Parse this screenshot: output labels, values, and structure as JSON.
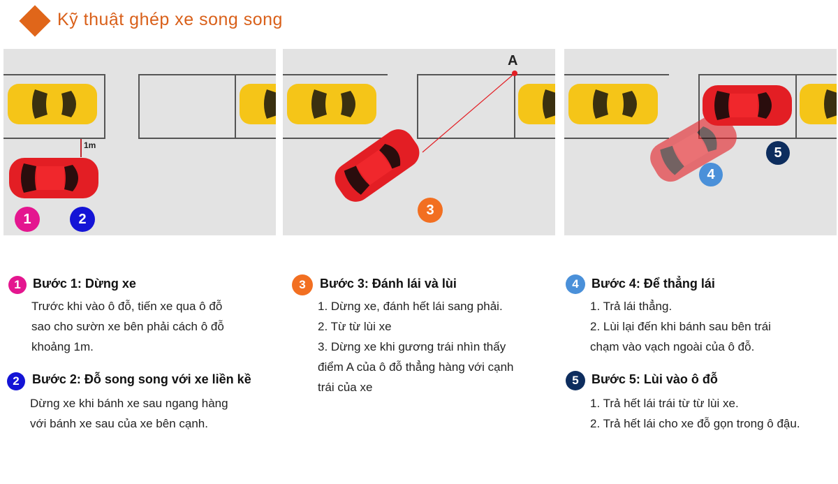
{
  "title": "Kỹ thuật ghép xe song song",
  "diagram": {
    "distance_label": "1m",
    "point_label": "A",
    "badges": [
      "1",
      "2",
      "3",
      "4",
      "5"
    ]
  },
  "colors": {
    "accent": "#e0661a",
    "step1": "#e4168f",
    "step2": "#1414d6",
    "step3": "#f26f21",
    "step4": "#4a90d9",
    "step5": "#0d2d5e",
    "red_car": "#e31e24",
    "yellow_car": "#f5c518"
  },
  "steps": [
    {
      "number": "1",
      "title": "Bước 1: Dừng xe",
      "lines": [
        "Trước khi vào ô đỗ, tiến xe qua ô đỗ",
        "sao cho sườn xe bên phải cách ô đỗ",
        "khoảng 1m."
      ]
    },
    {
      "number": "2",
      "title": "Bước 2: Đỗ song song với xe liền kề",
      "lines": [
        "Dừng xe khi bánh xe sau ngang hàng",
        "với bánh xe sau của xe bên cạnh."
      ]
    },
    {
      "number": "3",
      "title": "Bước 3: Đánh lái và lùi",
      "lines": [
        "1. Dừng xe, đánh hết lái sang phải.",
        "2. Từ từ lùi xe",
        "3. Dừng xe khi gương trái nhìn thấy",
        "điểm A của ô đỗ thẳng hàng với cạnh",
        "trái của xe"
      ]
    },
    {
      "number": "4",
      "title": "Bước 4: Để thẳng lái",
      "lines": [
        "1. Trả lái thẳng.",
        "2. Lùi lại đến khi bánh sau bên trái",
        "chạm vào vạch ngoài của ô đỗ."
      ]
    },
    {
      "number": "5",
      "title": "Bước 5: Lùi vào ô đỗ",
      "lines": [
        "1. Trả hết lái trái từ từ lùi xe.",
        "2. Trả hết lái cho xe đỗ gọn trong ô đậu."
      ]
    }
  ]
}
